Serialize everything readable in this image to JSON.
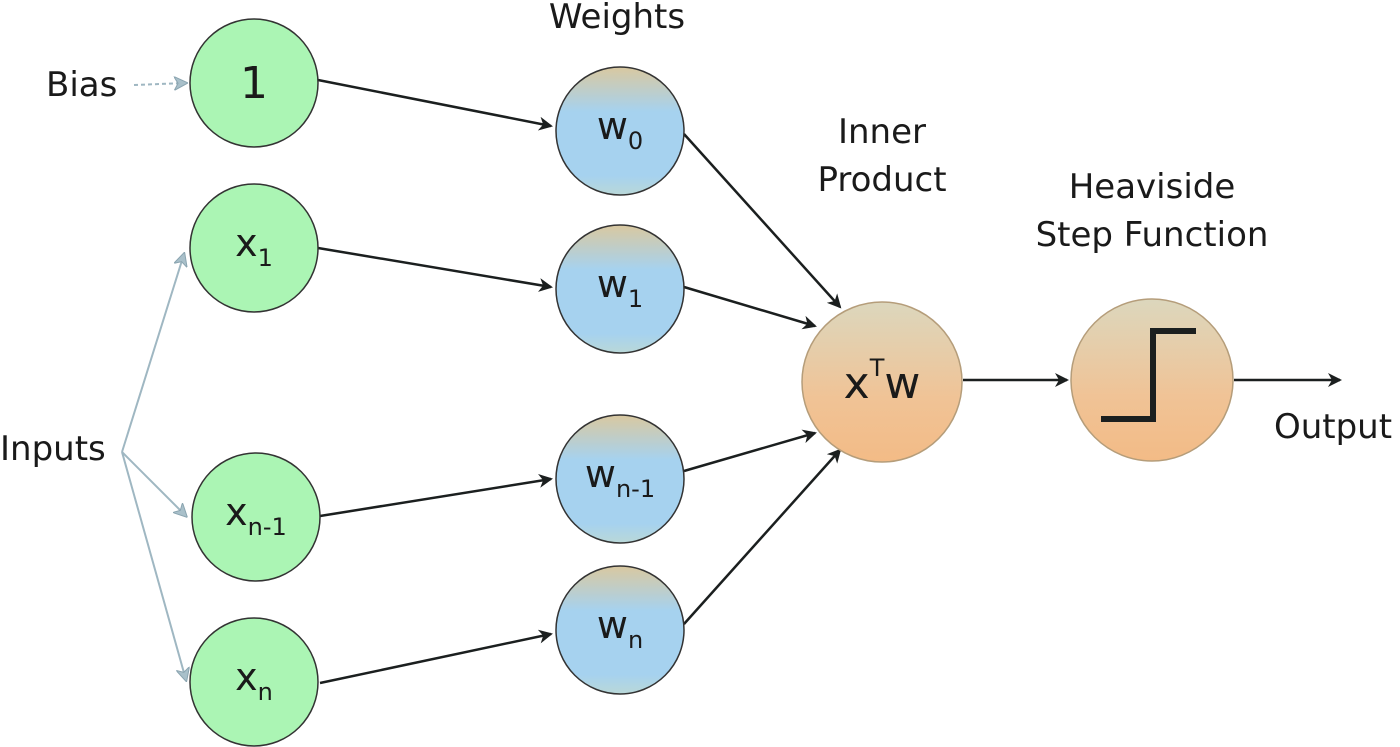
{
  "labels": {
    "bias": "Bias",
    "inputs": "Inputs",
    "weights": "Weights",
    "inner_product_line1": "Inner",
    "inner_product_line2": "Product",
    "heaviside_line1": "Heaviside",
    "heaviside_line2": "Step Function",
    "output": "Output"
  },
  "input_nodes": [
    {
      "main": "1",
      "sub": ""
    },
    {
      "main": "x",
      "sub": "1"
    },
    {
      "main": "x",
      "sub": "n-1"
    },
    {
      "main": "x",
      "sub": "n"
    }
  ],
  "weight_nodes": [
    {
      "main": "w",
      "sub": "0"
    },
    {
      "main": "w",
      "sub": "1"
    },
    {
      "main": "w",
      "sub": "n-1"
    },
    {
      "main": "w",
      "sub": "n"
    }
  ],
  "inner_product_node": {
    "base": "x",
    "sup": "T",
    "tail": "w"
  },
  "step_node_icon": "step-function-icon",
  "colors": {
    "input_fill": "#abf5b4",
    "weight_top": "#d9c9a3",
    "weight_mid": "#a6d2ef",
    "weight_bottom": "#a6d2ef",
    "product_top": "#dfd5b8",
    "product_bottom": "#f3bd8a",
    "stroke": "#1b1f1f",
    "input_arrow": "#9fb7c2"
  }
}
